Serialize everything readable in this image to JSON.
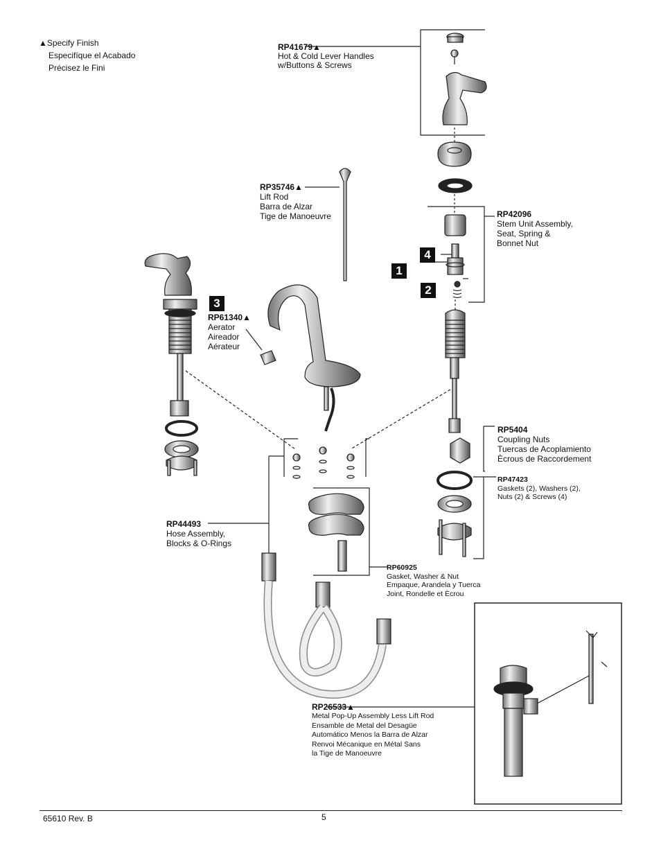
{
  "legend": {
    "marker": "▲",
    "lines": [
      "Specify Finish",
      "Especifíque el Acabado",
      "Précisez le Fini"
    ]
  },
  "parts": {
    "rp41679": {
      "number": "RP41679▲",
      "desc": [
        "Hot & Cold Lever Handles",
        "w/Buttons & Screws"
      ]
    },
    "rp35746": {
      "number": "RP35746▲",
      "desc": [
        "Lift Rod",
        "Barra de Alzar",
        "Tige de Manoeuvre"
      ]
    },
    "rp42096": {
      "number": "RP42096",
      "desc": [
        "Stem Unit Assembly,",
        "Seat, Spring &",
        "Bonnet Nut"
      ]
    },
    "rp61340": {
      "number": "RP61340▲",
      "desc": [
        "Aerator",
        "Aireador",
        "Aérateur"
      ]
    },
    "rp5404": {
      "number": "RP5404",
      "desc": [
        "Coupling Nuts",
        "Tuercas de Acoplamiento",
        "Ècrous de Raccordement"
      ]
    },
    "rp47423": {
      "number": "RP47423",
      "desc": [
        "Gaskets (2), Washers (2),",
        "Nuts (2) & Screws (4)"
      ]
    },
    "rp44493": {
      "number": "RP44493",
      "desc": [
        "Hose Assembly,",
        "Blocks & O-Rings"
      ]
    },
    "rp60925": {
      "number": "RP60925",
      "desc": [
        "Gasket, Washer & Nut",
        "Empaque, Arandela y Tuerca",
        "Joint, Rondelle et Ècrou"
      ]
    },
    "rp26533": {
      "number": "RP26533▲",
      "desc": [
        "Metal Pop-Up Assembly Less Lift Rod",
        "Ensamble de Metal del Desagüe",
        "Automático Menos la Barra de Alzar",
        "Renvoi Mécanique en Métal Sans",
        "la Tige de Manoeuvre"
      ]
    }
  },
  "callouts": {
    "c1": "1",
    "c2": "2",
    "c3": "3",
    "c4": "4"
  },
  "footer": {
    "doc": "65610  Rev. B",
    "page": "5"
  }
}
